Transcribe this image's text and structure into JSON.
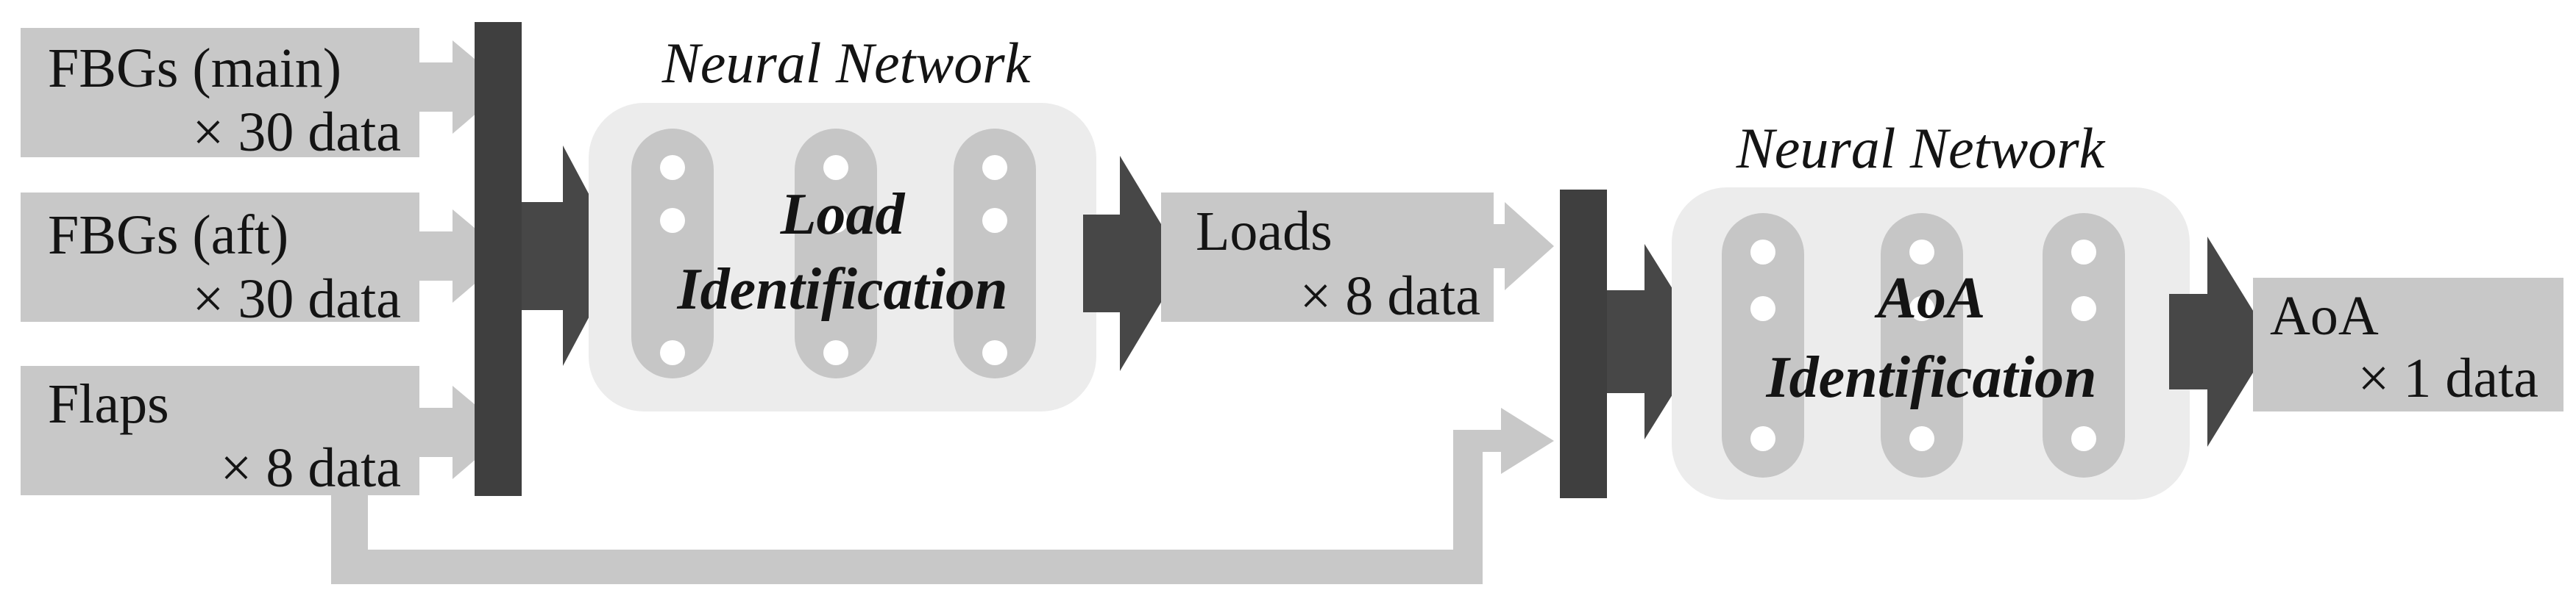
{
  "colors": {
    "light_arrow": "#c8c8c8",
    "dark_arrow": "#474747",
    "bus_bar": "#3f3f3f",
    "nn_box": "#ececec",
    "node_pill": "#c6c6c6",
    "node": "#ffffff",
    "text": "#141414"
  },
  "inputs": [
    {
      "name": "FBGs (main)",
      "count": "× 30 data"
    },
    {
      "name": "FBGs (aft)",
      "count": "× 30 data"
    },
    {
      "name": "Flaps",
      "count": "× 8 data"
    }
  ],
  "network1": {
    "title": "Neural Network",
    "label_line1": "Load",
    "label_line2": "Identification",
    "icon": "neural-network-nodes-icon"
  },
  "intermediate": {
    "name": "Loads",
    "count": "× 8 data"
  },
  "network2": {
    "title": "Neural Network",
    "label_line1": "AoA",
    "label_line2": "Identification",
    "icon": "neural-network-nodes-icon"
  },
  "output": {
    "name": "AoA",
    "count": "× 1 data"
  }
}
